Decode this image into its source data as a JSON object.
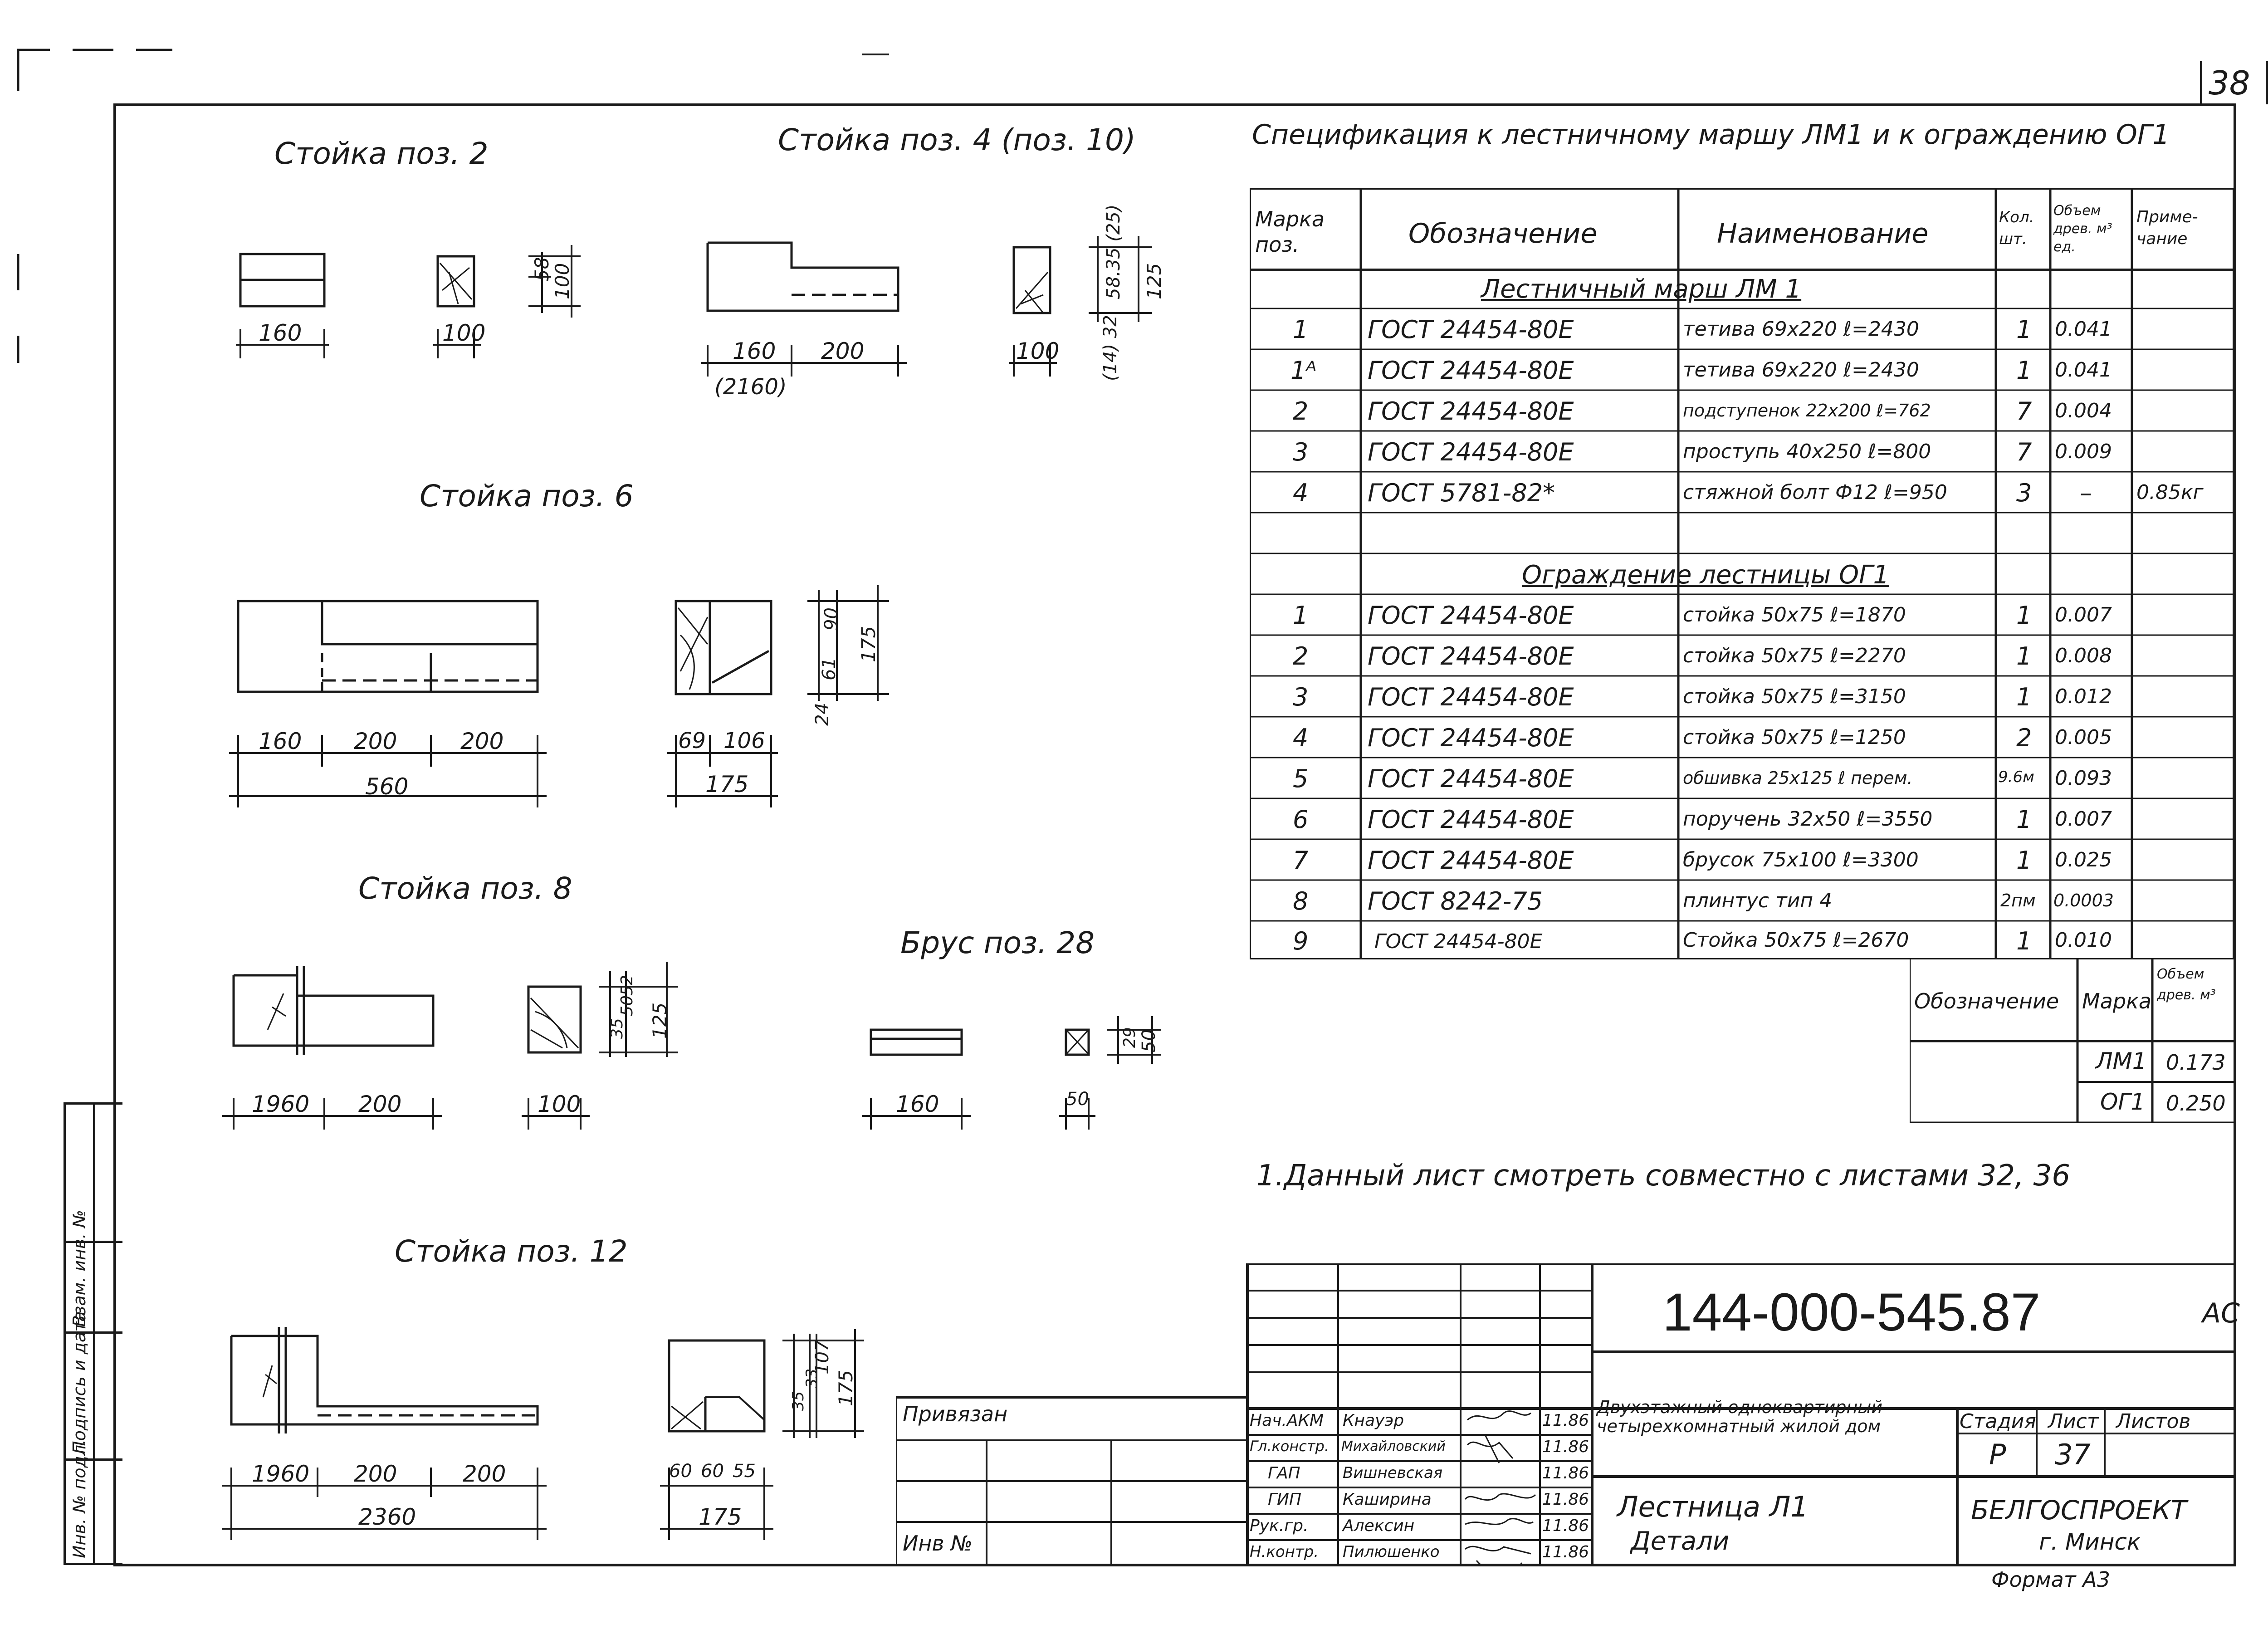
{
  "sheet_number": "38",
  "details": {
    "d2_title": "Стойка поз. 2",
    "d4_title": "Стойка поз. 4 (поз. 10)",
    "d6_title": "Стойка поз. 6",
    "d8_title": "Стойка поз. 8",
    "d28_title": "Брус поз. 28",
    "d12_title": "Стойка поз. 12"
  },
  "dims": {
    "d2": [
      "160",
      "100",
      "58",
      "100"
    ],
    "d4": [
      "160",
      "200",
      "(2160)",
      "100",
      "(14) 32",
      "58.35 (25)",
      "125"
    ],
    "d6": [
      "160",
      "200",
      "200",
      "560",
      "69",
      "106",
      "175",
      "24",
      "61",
      "90",
      "175"
    ],
    "d8": [
      "1960",
      "200",
      "100",
      "35",
      "50",
      "52",
      "125"
    ],
    "d28": [
      "160",
      "50",
      "29",
      "50"
    ],
    "d12": [
      "1960",
      "200",
      "200",
      "2360",
      "60",
      "60",
      "55",
      "175",
      "35",
      "33",
      "107",
      "175"
    ]
  },
  "spec": {
    "title": "Спецификация к лестничному маршу ЛМ1 и к ограждению ОГ1",
    "headers": [
      "Марка поз.",
      "Обозначение",
      "Наименование",
      "Кол. шт.",
      "Объем древ. м³ ед.",
      "Приме- чание"
    ],
    "section1": "Лестничный марш ЛМ 1",
    "section2": "Ограждение лестницы ОГ1",
    "rows1": [
      [
        "1",
        "ГОСТ 24454-80Е",
        "тетива 69х220 ℓ=2430",
        "1",
        "0.041",
        ""
      ],
      [
        "1ᴬ",
        "ГОСТ 24454-80Е",
        "тетива 69х220 ℓ=2430",
        "1",
        "0.041",
        ""
      ],
      [
        "2",
        "ГОСТ 24454-80Е",
        "подступенок 22х200 ℓ=762",
        "7",
        "0.004",
        ""
      ],
      [
        "3",
        "ГОСТ 24454-80Е",
        "проступь 40х250 ℓ=800",
        "7",
        "0.009",
        ""
      ],
      [
        "4",
        "ГОСТ 5781-82*",
        "стяжной болт Ф12 ℓ=950",
        "3",
        "–",
        "0.85кг"
      ]
    ],
    "rows2": [
      [
        "1",
        "ГОСТ 24454-80Е",
        "стойка 50х75 ℓ=1870",
        "1",
        "0.007",
        ""
      ],
      [
        "2",
        "ГОСТ 24454-80Е",
        "стойка 50х75 ℓ=2270",
        "1",
        "0.008",
        ""
      ],
      [
        "3",
        "ГОСТ 24454-80Е",
        "стойка 50х75 ℓ=3150",
        "1",
        "0.012",
        ""
      ],
      [
        "4",
        "ГОСТ 24454-80Е",
        "стойка 50х75 ℓ=1250",
        "2",
        "0.005",
        ""
      ],
      [
        "5",
        "ГОСТ 24454-80Е",
        "обшивка 25х125 ℓ перем.",
        "9.6м",
        "0.093",
        ""
      ],
      [
        "6",
        "ГОСТ 24454-80Е",
        "поручень 32х50 ℓ=3550",
        "1",
        "0.007",
        ""
      ],
      [
        "7",
        "ГОСТ 24454-80Е",
        "брусок 75х100 ℓ=3300",
        "1",
        "0.025",
        ""
      ],
      [
        "8",
        "ГОСТ 8242-75",
        "плинтус тип 4",
        "2пм",
        "0.0003",
        ""
      ],
      [
        "9",
        "ГОСТ 24454-80Е",
        "Стойка 50х75 ℓ=2670",
        "1",
        "0.010",
        ""
      ]
    ]
  },
  "summary": {
    "headers": [
      "Обозначение",
      "Марка",
      "Объем древ. м³"
    ],
    "rows": [
      [
        "",
        "ЛМ1",
        "0.173"
      ],
      [
        "",
        "ОГ1",
        "0.250"
      ]
    ]
  },
  "note": "1.Данный лист смотреть совместно с листами 32, 36",
  "side_stamp": [
    "Инв. № подл.",
    "Подпись и дата",
    "Взам. инв. №"
  ],
  "title_block": {
    "doc_number": "144-000-545.87",
    "doc_suffix": "АС",
    "privyazan": "Привязан",
    "inv_no": "Инв №",
    "roles": [
      [
        "Нач.АКМ",
        "Кнауэр",
        "11.86"
      ],
      [
        "Гл.констр.",
        "Михайловский",
        "11.86"
      ],
      [
        "ГАП",
        "Вишневская",
        "11.86"
      ],
      [
        "ГИП",
        "Каширина",
        "11.86"
      ],
      [
        "Рук.гр.",
        "Алексин",
        "11.86"
      ],
      [
        "Н.контр.",
        "Пилюшенко",
        "11.86"
      ]
    ],
    "project": "Двухэтажный одноквартирный четырехкомнатный жилой дом",
    "sheet_title_1": "Лестница Л1",
    "sheet_title_2": "Детали",
    "stage_label": "Стадия",
    "sheet_label": "Лист",
    "sheets_label": "Листов",
    "stage": "Р",
    "sheet": "37",
    "org_1": "БЕЛГОСПРОЕКТ",
    "org_2": "г. Минск",
    "format": "Формат А3"
  }
}
